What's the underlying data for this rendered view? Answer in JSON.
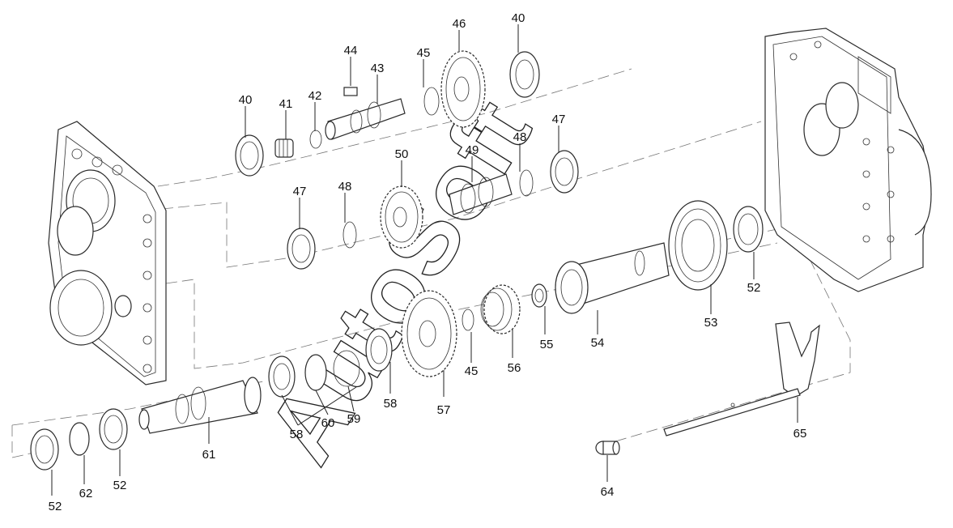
{
  "watermark": {
    "text_main": "AutoSoft",
    "text_small": "AutoSoft"
  },
  "callouts": {
    "c40a": "40",
    "c41": "41",
    "c42": "42",
    "c43": "43",
    "c44": "44",
    "c45a": "45",
    "c46": "46",
    "c40b": "40",
    "c47a": "47",
    "c48a": "48",
    "c50": "50",
    "c49": "49",
    "c48b": "48",
    "c47b": "47",
    "c52a": "52",
    "c53": "53",
    "c54": "54",
    "c55": "55",
    "c56": "56",
    "c45b": "45",
    "c57": "57",
    "c58a": "58",
    "c59": "59",
    "c60": "60",
    "c58b": "58",
    "c61": "61",
    "c52b": "52",
    "c62": "62",
    "c52c": "52",
    "c64": "64",
    "c65": "65"
  }
}
